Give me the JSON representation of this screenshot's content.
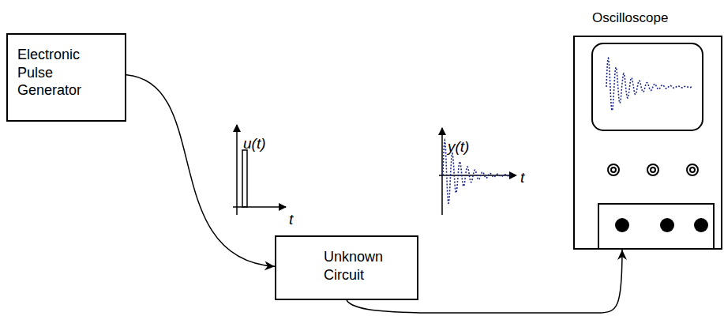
{
  "diagram": {
    "nodes": [
      {
        "text": [
          "Electronic Pulse Generator"
        ]
      },
      {
        "text": [
          "Unknown Circuit"
        ]
      },
      {
        "text": [
          "Oscilloscope"
        ]
      }
    ],
    "edges": [
      {
        "from": 0,
        "to": 1,
        "arrow": "to"
      },
      {
        "from": 1,
        "to": 2,
        "arrow": "to"
      }
    ],
    "labels": [
      "u(t)",
      "t",
      "y(t)",
      "t"
    ]
  }
}
